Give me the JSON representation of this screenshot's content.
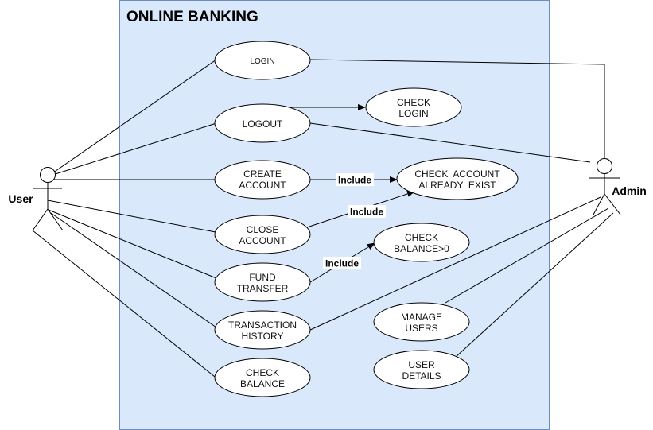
{
  "diagram": {
    "system_title": "ONLINE BANKING",
    "actors": {
      "user": "User",
      "admin": "Admin"
    },
    "use_cases": {
      "login": [
        "LOGIN"
      ],
      "check_login": [
        "CHECK",
        "LOGIN"
      ],
      "logout": [
        "LOGOUT"
      ],
      "create_account": [
        "CREATE",
        "ACCOUNT"
      ],
      "check_account_exist": [
        "CHECK  ACCOUNT",
        "ALREADY  EXIST"
      ],
      "close_account": [
        "CLOSE",
        "ACCOUNT"
      ],
      "check_balance_gt0": [
        "CHECK",
        "BALANCE>0"
      ],
      "fund_transfer": [
        "FUND",
        "TRANSFER"
      ],
      "transaction_history": [
        "TRANSACTION",
        "HISTORY"
      ],
      "check_balance": [
        "CHECK",
        "BALANCE"
      ],
      "manage_users": [
        "MANAGE",
        "USERS"
      ],
      "user_details": [
        "USER",
        "DETAILS"
      ]
    },
    "relationships": {
      "include_create": "Include",
      "include_close": "Include",
      "include_fund": "Include"
    }
  }
}
